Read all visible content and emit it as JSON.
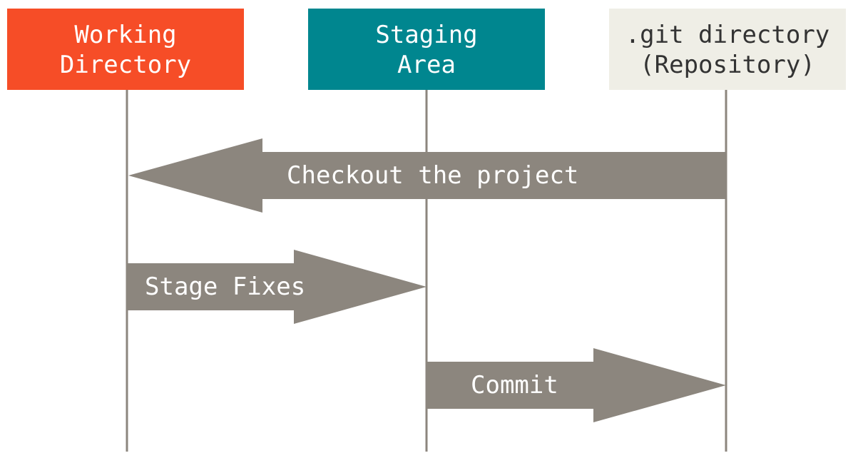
{
  "colors": {
    "working_directory": "#f64d27",
    "staging_area": "#00868f",
    "repository": "#efeee6",
    "arrow": "#8c867e",
    "lifeline": "#8c867e",
    "light_text": "#ffffff",
    "dark_text": "#333333"
  },
  "areas": {
    "working_directory": {
      "line1": "Working",
      "line2": "Directory"
    },
    "staging_area": {
      "line1": "Staging",
      "line2": "Area"
    },
    "repository": {
      "line1": ".git directory",
      "line2": "(Repository)"
    }
  },
  "arrows": {
    "checkout": {
      "label": "Checkout the project",
      "from": "repository",
      "to": "working_directory"
    },
    "stage": {
      "label": "Stage Fixes",
      "from": "working_directory",
      "to": "staging_area"
    },
    "commit": {
      "label": "Commit",
      "from": "staging_area",
      "to": "repository"
    }
  }
}
